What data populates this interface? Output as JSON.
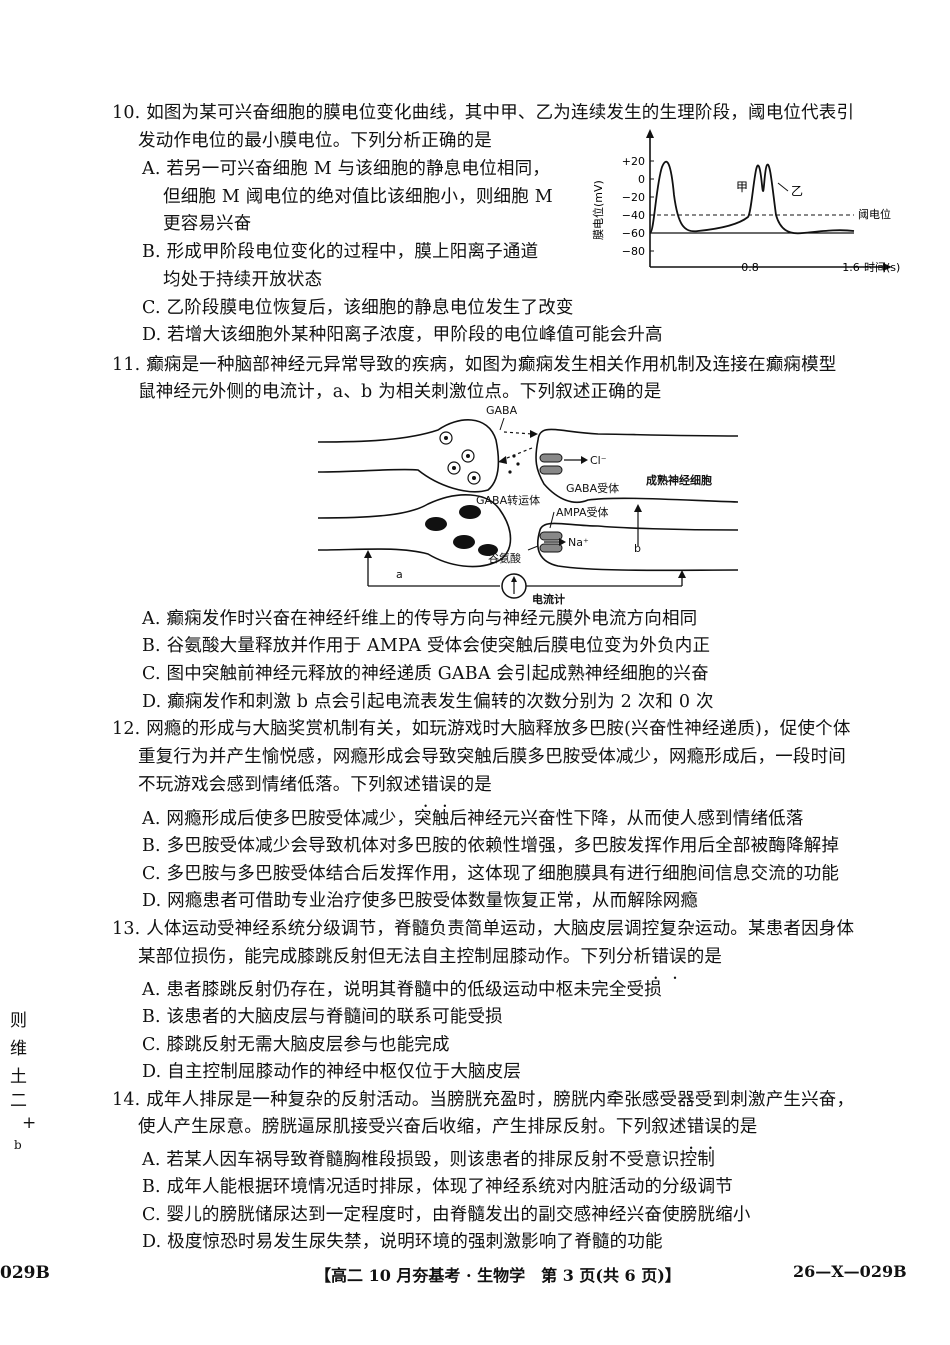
{
  "q10": {
    "stem_1": "10. 如图为某可兴奋细胞的膜电位变化曲线，其中甲、乙为连续发生的生理阶段，阈电位代表引",
    "stem_2": "发动作电位的最小膜电位。下列分析正确的是",
    "a_1": "A. 若另一可兴奋细胞 M 与该细胞的静息电位相同，",
    "a_2": "但细胞 M 阈电位的绝对值比该细胞小，则细胞 M",
    "a_3": "更容易兴奋",
    "b_1": "B. 形成甲阶段电位变化的过程中，膜上阳离子通道",
    "b_2": "均处于持续开放状态",
    "c": "C. 乙阶段膜电位恢复后，该细胞的静息电位发生了改变",
    "d": "D. 若增大该细胞外某种阳离子浓度，甲阶段的电位峰值可能会升高",
    "figure": {
      "ylabel": "膜电位(mV)",
      "yticks": [
        "+20",
        "0",
        "−20",
        "−40",
        "−60",
        "−80"
      ],
      "xticks": [
        "0.8",
        "1.6"
      ],
      "xlabel": "时间(s)",
      "label_jia": "甲",
      "label_yi": "乙",
      "threshold_label": "阈电位"
    }
  },
  "q11": {
    "stem_1": "11. 癫痫是一种脑部神经元异常导致的疾病，如图为癫痫发生相关作用机制及连接在癫痫模型",
    "stem_2": "鼠神经元外侧的电流计，a、b 为相关刺激位点。下列叙述正确的是",
    "figure": {
      "gaba": "GABA",
      "cl": "Cl⁻",
      "gaba_receptor": "GABA受体",
      "mature_neuron": "成熟神经细胞",
      "gaba_transporter": "GABA转运体",
      "ampa_receptor": "AMPA受体",
      "na": "Na⁺",
      "glutamate": "谷氨酸",
      "point_a": "a",
      "point_b": "b",
      "meter": "电流计"
    },
    "a": "A. 癫痫发作时兴奋在神经纤维上的传导方向与神经元膜外电流方向相同",
    "b": "B. 谷氨酸大量释放并作用于 AMPA 受体会使突触后膜电位变为外负内正",
    "c": "C. 图中突触前神经元释放的神经递质 GABA 会引起成熟神经细胞的兴奋",
    "d": "D. 癫痫发作和刺激 b 点会引起电流表发生偏转的次数分别为 2 次和 0 次"
  },
  "q12": {
    "stem_1": "12. 网瘾的形成与大脑奖赏机制有关，如玩游戏时大脑释放多巴胺(兴奋性神经递质)，促使个体",
    "stem_2": "重复行为并产生愉悦感，网瘾形成会导致突触后膜多巴胺受体减少，网瘾形成后，一段时间",
    "stem_3a": "不玩游戏会感到情绪低落。下列叙述",
    "stem_3b": "错误",
    "stem_3c": "的是",
    "a": "A. 网瘾形成后使多巴胺受体减少，突触后神经元兴奋性下降，从而使人感到情绪低落",
    "b": "B. 多巴胺受体减少会导致机体对多巴胺的依赖性增强，多巴胺发挥作用后全部被酶降解掉",
    "c": "C. 多巴胺与多巴胺受体结合后发挥作用，这体现了细胞膜具有进行细胞间信息交流的功能",
    "d": "D. 网瘾患者可借助专业治疗使多巴胺受体数量恢复正常，从而解除网瘾"
  },
  "q13": {
    "stem_1": "13. 人体运动受神经系统分级调节，脊髓负责简单运动，大脑皮层调控复杂运动。某患者因身体",
    "stem_2a": "某部位损伤，能完成膝跳反射但无法自主控制屈膝动作。下列分析",
    "stem_2b": "错误",
    "stem_2c": "的是",
    "a": "A. 患者膝跳反射仍存在，说明其脊髓中的低级运动中枢未完全受损",
    "b": "B. 该患者的大脑皮层与脊髓间的联系可能受损",
    "c": "C. 膝跳反射无需大脑皮层参与也能完成",
    "d": "D. 自主控制屈膝动作的神经中枢仅位于大脑皮层"
  },
  "q14": {
    "stem_1": "14. 成年人排尿是一种复杂的反射活动。当膀胱充盈时，膀胱内牵张感受器受到刺激产生兴奋，",
    "stem_2a": "使人产生尿意。膀胱逼尿肌接受兴奋后收缩，产生排尿反射。下列叙述",
    "stem_2b": "错误",
    "stem_2c": "的是",
    "a": "A. 若某人因车祸导致脊髓胸椎段损毁，则该患者的排尿反射不受意识控制",
    "b": "B. 成年人能根据环境情况适时排尿，体现了神经系统对内脏活动的分级调节",
    "c": "C. 婴儿的膀胱储尿达到一定程度时，由脊髓发出的副交感神经兴奋使膀胱缩小",
    "d": "D. 极度惊恐时易发生尿失禁，说明环境的强刺激影响了脊髓的功能"
  },
  "margin": {
    "ze": "则",
    "wei": "维",
    "shi": "土",
    "er": "二",
    "plus": "+",
    "b": "b",
    "code": "029B"
  },
  "footer": {
    "center": "【高二 10 月夯基考 · 生物学　第 3 页(共 6 页)】",
    "right": "26—X—029B"
  }
}
